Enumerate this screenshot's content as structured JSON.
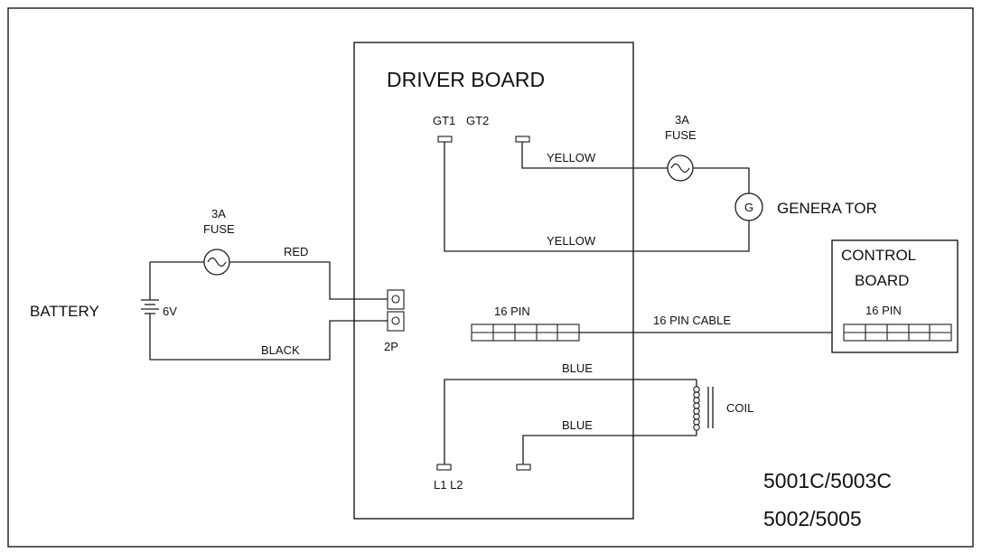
{
  "driver_board": {
    "title": "DRIVER BOARD",
    "gt1": "GT1",
    "gt2": "GT2",
    "connector_2p": "2P",
    "pin16": "16 PIN",
    "coil_terminals": "L1 L2"
  },
  "battery": {
    "label": "BATTERY",
    "voltage": "6V"
  },
  "fuse_battery": {
    "rating": "3A",
    "name": "FUSE"
  },
  "fuse_generator": {
    "rating": "3A",
    "name": "FUSE"
  },
  "generator": {
    "symbol": "G",
    "label": "GENERA TOR"
  },
  "control_board": {
    "line1": "CONTROL",
    "line2": "BOARD",
    "pin16": "16 PIN"
  },
  "wires": {
    "red": "RED",
    "black": "BLACK",
    "yellow_top": "YELLOW",
    "yellow_bottom": "YELLOW",
    "cable_16pin": "16 PIN CABLE",
    "blue_top": "BLUE",
    "blue_bottom": "BLUE"
  },
  "coil": {
    "label": "COIL"
  },
  "models": {
    "line1": "5001C/5003C",
    "line2": "5002/5005"
  }
}
